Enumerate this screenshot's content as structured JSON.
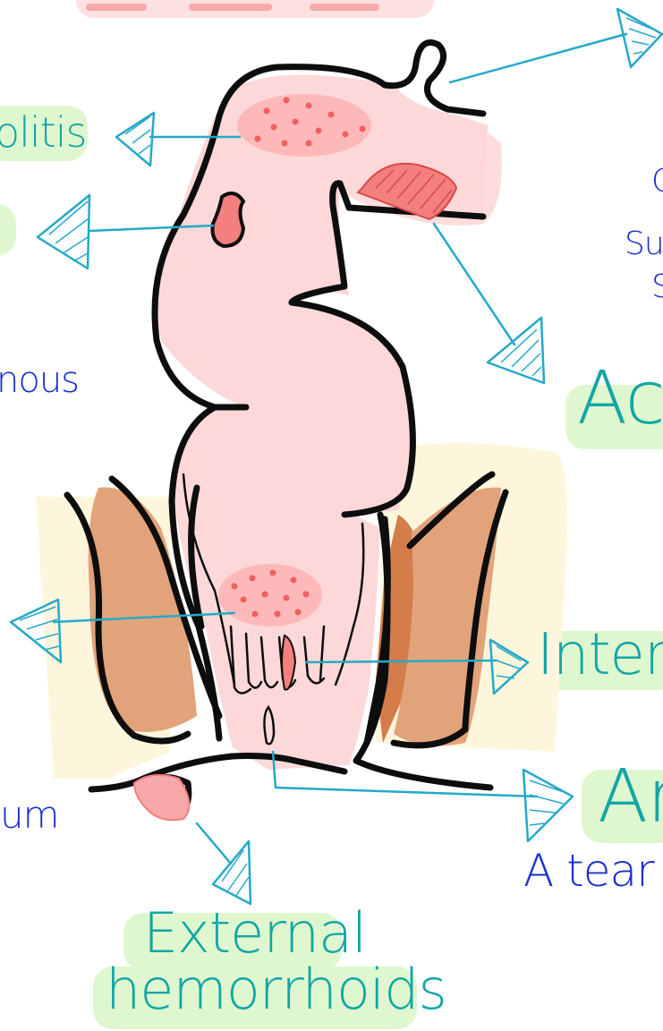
{
  "labels": {
    "top_left_partial": "olitis",
    "left_mid_partial": "nous",
    "left_bottom_partial": "um",
    "right_top_small_1": "C",
    "right_top_small_2": "Su",
    "right_top_small_3": "S",
    "right_upper_partial": "Ac",
    "internal_partial": "Inter",
    "anal_partial": "Ar",
    "tear_partial": "A tear",
    "external_line1": "External",
    "external_line2": "hemorrhoids"
  },
  "colors": {
    "outline": "#0d0d0d",
    "pink_fill": "#fdd8d8",
    "lesion": "#f47f7f",
    "muscle": "#e2a37a",
    "muscle_dark": "#d47c4a",
    "yellow_bg": "#fdf6dc",
    "arrow": "#25a9c9",
    "green_highlight": "#dff7cf",
    "teal_text": "#12a6a6",
    "blue_text": "#1b2fd0"
  },
  "icons": [
    "arrow-icon"
  ]
}
